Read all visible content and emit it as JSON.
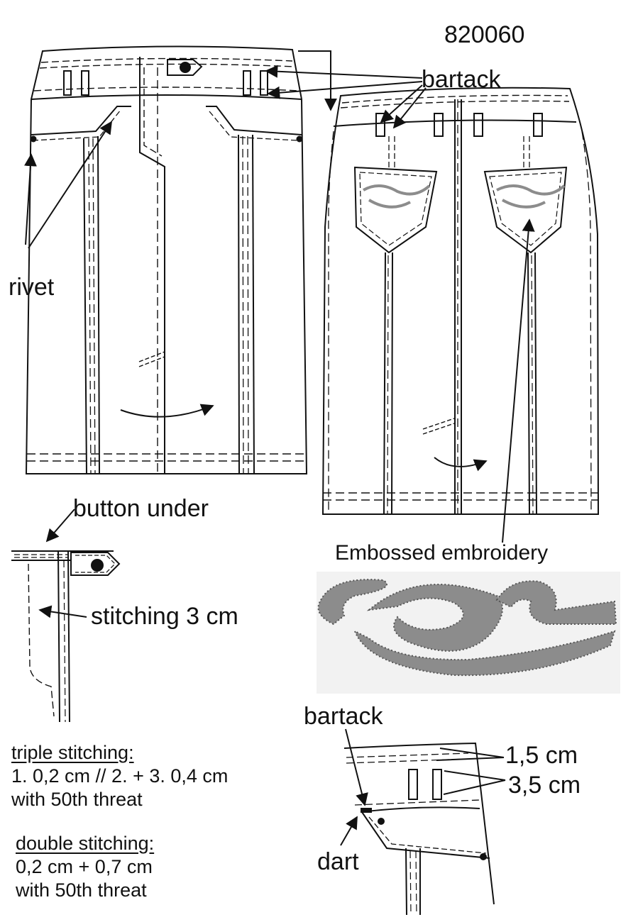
{
  "style_number": "820060",
  "labels": {
    "bartack_top": "bartack",
    "rivet": "rivet",
    "button_under": "button under",
    "stitching_3cm": "stitching 3 cm",
    "embossed_embroidery": "Embossed embroidery",
    "bartack_bottom": "bartack",
    "dart": "dart",
    "measure_1": "1,5 cm",
    "measure_2": "3,5 cm"
  },
  "notes": {
    "triple_title": "triple stitching:",
    "triple_line1": "1. 0,2 cm // 2. + 3. 0,4 cm",
    "triple_line2": "with 50th threat",
    "double_title": "double stitching:",
    "double_line1": "0,2 cm  +  0,7 cm",
    "double_line2": "with 50th threat"
  },
  "colors": {
    "line": "#111111",
    "embroidery_fill": "#8c8c8c",
    "embroidery_panel": "#f2f2f2"
  }
}
